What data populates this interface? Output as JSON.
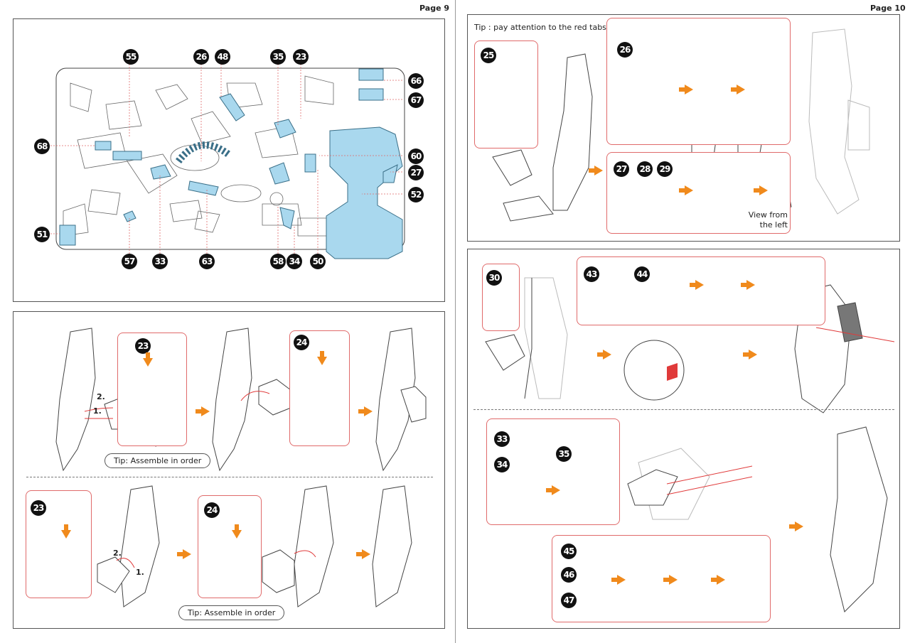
{
  "pages": [
    {
      "page_label": "Page 9",
      "sheet_part_numbers": {
        "top": [
          "55",
          "26",
          "48",
          "35",
          "23"
        ],
        "right": [
          "66",
          "67",
          "60",
          "27",
          "52"
        ],
        "left": [
          "68",
          "51"
        ],
        "bottom": [
          "57",
          "33",
          "63",
          "58",
          "34",
          "50"
        ]
      },
      "steps": {
        "upper": {
          "badges": [
            "23",
            "24"
          ],
          "order_labels": [
            "2.",
            "1."
          ],
          "tip": "Tip: Assemble in order"
        },
        "lower": {
          "badges": [
            "23",
            "24"
          ],
          "order_labels": [
            "2.",
            "1."
          ],
          "tip": "Tip: Assemble in order"
        }
      }
    },
    {
      "page_label": "Page 10",
      "tip": "Tip : pay attention to the red tabs",
      "top_badges": {
        "b25": "25",
        "b26": "26",
        "b27": "27",
        "b28": "28",
        "b29": "29"
      },
      "view_note": [
        "View from",
        "the left"
      ],
      "bottom_badges": {
        "b30": "30",
        "b43": "43",
        "b44": "44",
        "b33": "33",
        "b34": "34",
        "b35": "35",
        "b45": "45",
        "b46": "46",
        "b47": "47"
      }
    }
  ],
  "colors": {
    "part_blue": "#a9d8ee",
    "accent_red": "#e06a6a",
    "arrow_orange": "#f08a1c",
    "tab_green": "#2ba84a",
    "dot_blue": "#1aa0e0"
  }
}
